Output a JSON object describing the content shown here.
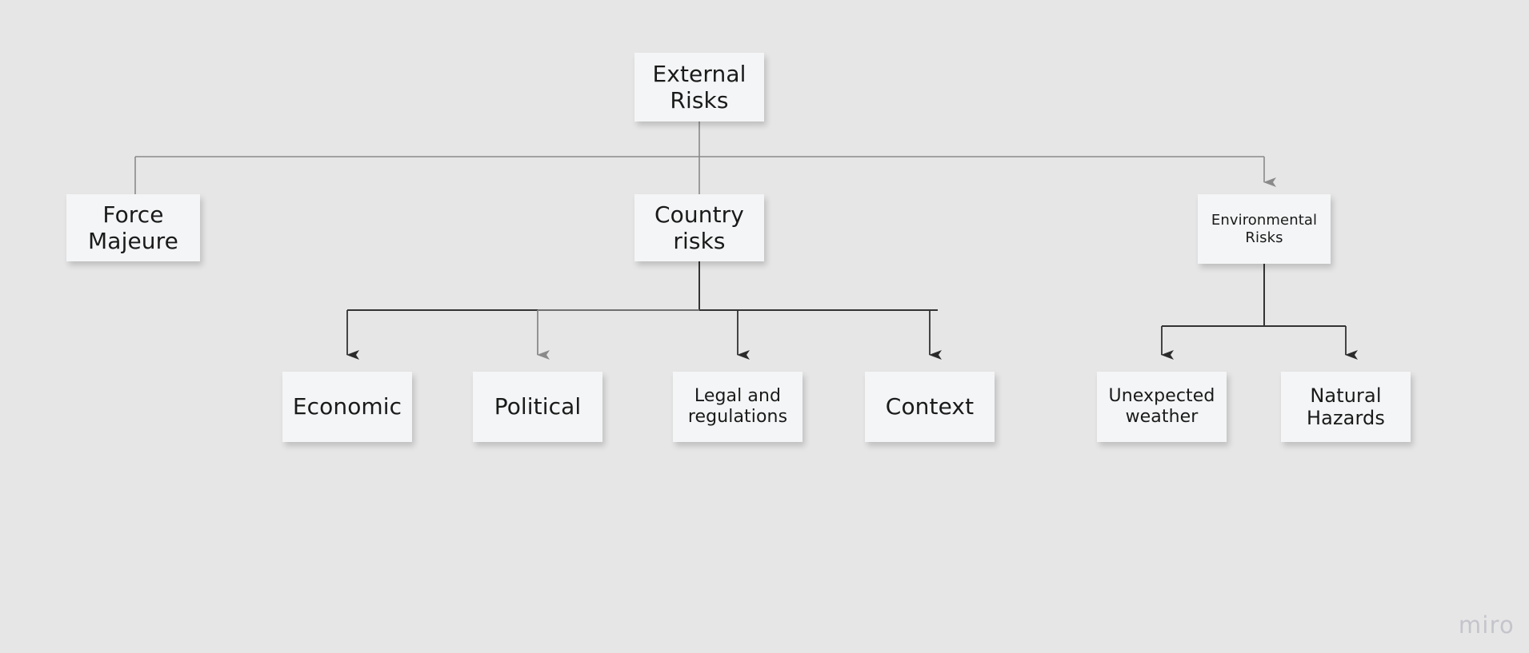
{
  "board": {
    "background_color": "#e6e6e6",
    "watermark": "miro"
  },
  "nodes": {
    "external_risks": {
      "label": "External\nRisks"
    },
    "force_majeure": {
      "label": "Force\nMajeure"
    },
    "country_risks": {
      "label": "Country\nrisks"
    },
    "environmental_risks": {
      "label": "Environmental\nRisks"
    },
    "economic": {
      "label": "Economic"
    },
    "political": {
      "label": "Political"
    },
    "legal_and_regulations": {
      "label": "Legal and\nregulations"
    },
    "context": {
      "label": "Context"
    },
    "unexpected_weather": {
      "label": "Unexpected\nweather"
    },
    "natural_hazards": {
      "label": "Natural\nHazards"
    }
  },
  "colors": {
    "node_fill": "#f4f5f6",
    "node_text": "#1a1a1a",
    "edge_dark": "#333333",
    "edge_gray": "#8a8a8a",
    "background": "#e6e6e6",
    "watermark": "#c4c4cc"
  },
  "diagram": {
    "type": "tree",
    "root": "external_risks",
    "edges": [
      {
        "from": "external_risks",
        "to": "force_majeure",
        "style": "gray",
        "arrowhead": false
      },
      {
        "from": "external_risks",
        "to": "country_risks",
        "style": "gray",
        "arrowhead": false
      },
      {
        "from": "external_risks",
        "to": "environmental_risks",
        "style": "gray",
        "arrowhead": true
      },
      {
        "from": "country_risks",
        "to": "economic",
        "style": "dark",
        "arrowhead": true
      },
      {
        "from": "country_risks",
        "to": "political",
        "style": "gray",
        "arrowhead": true
      },
      {
        "from": "country_risks",
        "to": "legal_and_regulations",
        "style": "dark",
        "arrowhead": true
      },
      {
        "from": "country_risks",
        "to": "context",
        "style": "dark",
        "arrowhead": true
      },
      {
        "from": "environmental_risks",
        "to": "unexpected_weather",
        "style": "dark",
        "arrowhead": true
      },
      {
        "from": "environmental_risks",
        "to": "natural_hazards",
        "style": "dark",
        "arrowhead": true
      }
    ]
  }
}
